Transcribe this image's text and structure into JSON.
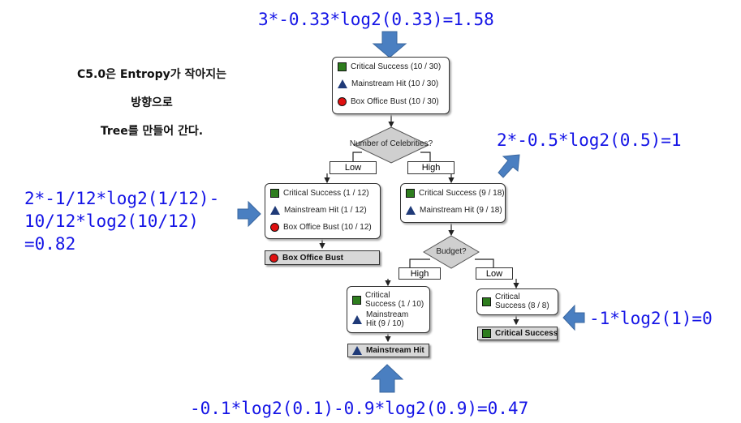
{
  "formulas": {
    "root": "3*-0.33*log2(0.33)=1.58",
    "high": "2*-0.5*log2(0.5)=1",
    "low_line1": "2*-1/12*log2(1/12)-",
    "low_line2": "10/12*log2(10/12)",
    "low_line3": "=0.82",
    "budget_low": "-1*log2(1)=0",
    "budget_high": "-0.1*log2(0.1)-0.9*log2(0.9)=0.47"
  },
  "note": {
    "line1": "C5.0은 Entropy가 작아지는",
    "line2": "방향으로",
    "line3": "Tree를 만들어 간다."
  },
  "tree": {
    "root": {
      "critical": "Critical Success (10 / 30)",
      "mainstream": "Mainstream Hit (10 / 30)",
      "bust": "Box Office Bust (10 / 30)"
    },
    "decision1": "Number of Celebrities?",
    "branch_low": "Low",
    "branch_high": "High",
    "low_node": {
      "critical": "Critical Success (1 / 12)",
      "mainstream": "Mainstream Hit (1 / 12)",
      "bust": "Box Office Bust (10 / 12)"
    },
    "low_leaf": "Box Office Bust",
    "high_node": {
      "critical": "Critical Success (9 / 18)",
      "mainstream": "Mainstream Hit (9 / 18)"
    },
    "decision2": "Budget?",
    "branch2_high": "High",
    "branch2_low": "Low",
    "bh_node": {
      "critical_a": "Critical",
      "critical_b": "Success (1 / 10)",
      "mainstream_a": "Mainstream",
      "mainstream_b": "Hit (9 / 10)"
    },
    "bh_leaf": "Mainstream Hit",
    "bl_node": {
      "critical_a": "Critical",
      "critical_b": "Success (8 / 8)"
    },
    "bl_leaf": "Critical Success"
  },
  "colors": {
    "formula": "#1414e6",
    "arrow": "#4a7fc1",
    "critical": "#2e7d1e",
    "mainstream": "#1f3a78",
    "bust": "#e01010"
  }
}
